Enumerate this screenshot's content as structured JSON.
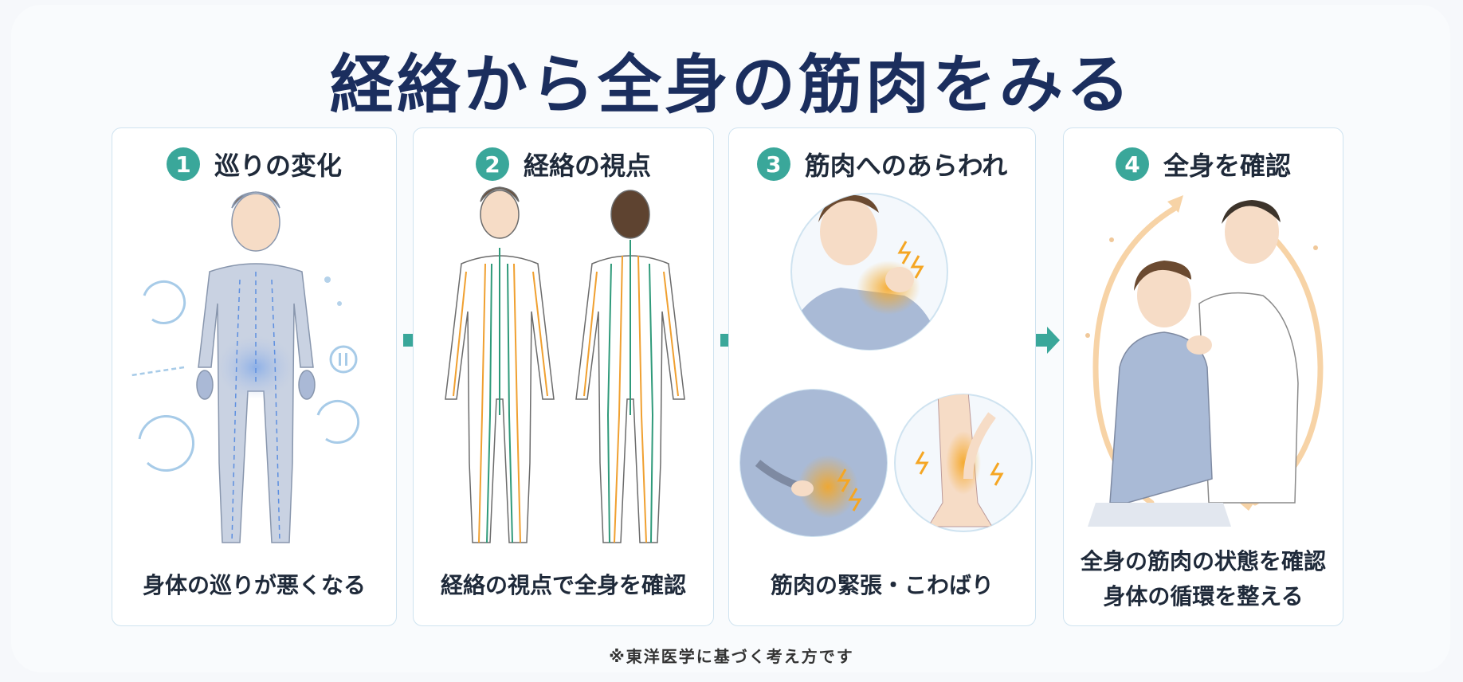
{
  "title": "経絡から全身の筋肉をみる",
  "steps": [
    {
      "number": "1",
      "title": "巡りの変化",
      "caption": "身体の巡りが悪くなる"
    },
    {
      "number": "2",
      "title": "経絡の視点",
      "caption": "経絡の視点で全身を確認"
    },
    {
      "number": "3",
      "title": "筋肉へのあらわれ",
      "caption": "筋肉の緊張・こわばり"
    },
    {
      "number": "4",
      "title": "全身を確認",
      "caption_line1": "全身の筋肉の状態を確認",
      "caption_line2": "身体の循環を整える"
    }
  ],
  "footnote": "※東洋医学に基づく考え方です",
  "colors": {
    "title": "#1b2e5e",
    "accent_teal": "#3aa79a",
    "meridian_orange": "#f0a030",
    "meridian_green": "#2f9a7a",
    "pain_orange": "#f5a623",
    "flow_blue": "#9cc8e8"
  },
  "icons": [
    "circulation-arrow-icon",
    "pause-icon",
    "flow-arrow-icon",
    "lightning-icon",
    "next-arrow-icon"
  ]
}
